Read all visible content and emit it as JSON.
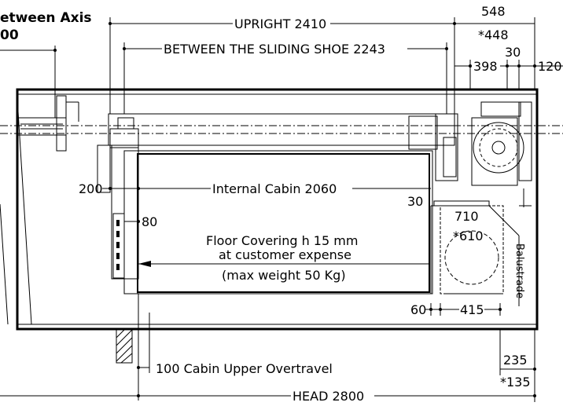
{
  "labels": {
    "between_axis": "etween Axis",
    "between_axis_val": "00",
    "upright": "UPRIGHT 2410",
    "sliding_shoe": "BETWEEN THE SLIDING SHOE 2243",
    "dim_548": "548",
    "dim_448": "*448",
    "dim_30_top": "30",
    "dim_398": "398",
    "dim_120": "120",
    "dim_200": "200",
    "internal_cabin": "Internal Cabin 2060",
    "dim_30_mid": "30",
    "dim_80": "80",
    "dim_710": "710",
    "dim_610": "*610",
    "balustrade": "Balustrade",
    "floor_line1": "Floor Covering h 15 mm",
    "floor_line2": "at customer expense",
    "floor_line3": "(max weight 50 Kg)",
    "dim_60": "60",
    "dim_415": "415",
    "upper_overtravel": "100 Cabin Upper Overtravel",
    "dim_235": "235",
    "dim_135": "*135",
    "head": "HEAD 2800"
  }
}
